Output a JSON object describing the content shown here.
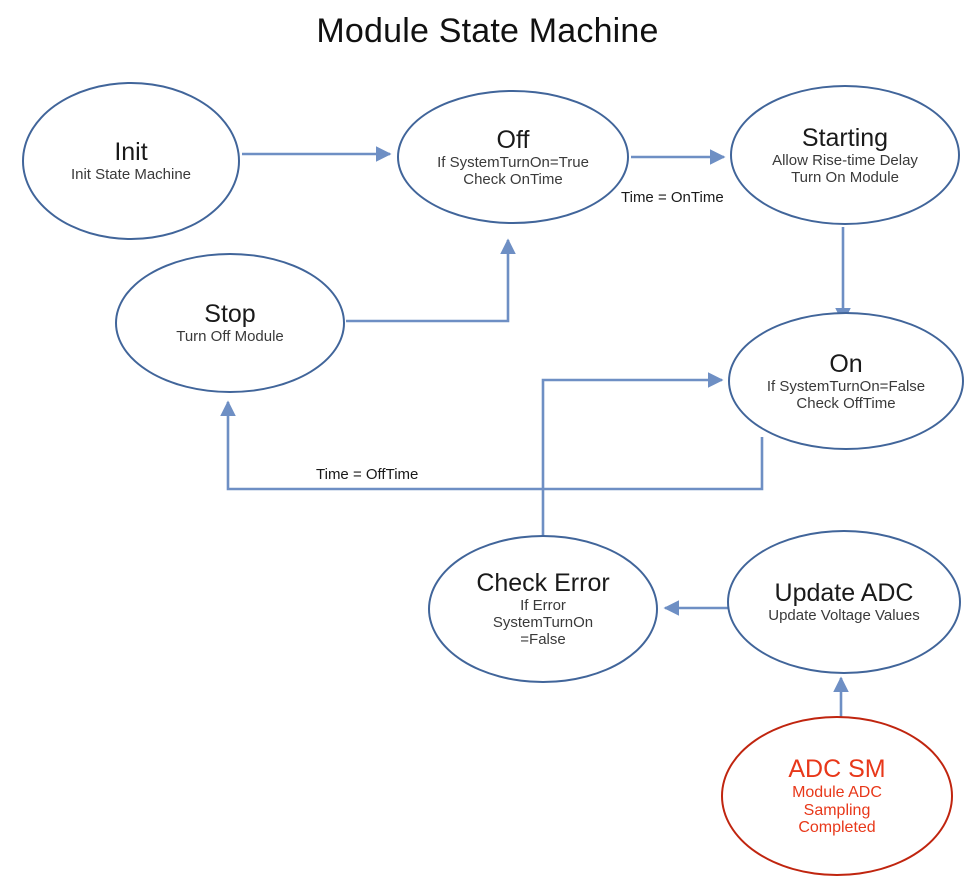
{
  "title": "Module State Machine",
  "colors": {
    "node_border": "#41659a",
    "edge": "#6e8fc4",
    "error_node": "#c0250f",
    "error_text": "#e8381a",
    "background": "#ffffff",
    "title_text": "#111111"
  },
  "nodes": [
    {
      "id": "init",
      "title": "Init",
      "lines": [
        "Init State Machine"
      ],
      "variant": "normal"
    },
    {
      "id": "off",
      "title": "Off",
      "lines": [
        "If  SystemTurnOn=True",
        "Check OnTime"
      ],
      "variant": "normal"
    },
    {
      "id": "starting",
      "title": "Starting",
      "lines": [
        "Allow Rise-time Delay",
        "Turn On Module"
      ],
      "variant": "normal"
    },
    {
      "id": "stop",
      "title": "Stop",
      "lines": [
        "Turn Off Module"
      ],
      "variant": "normal"
    },
    {
      "id": "on",
      "title": "On",
      "lines": [
        "If  SystemTurnOn=False",
        "Check OffTime"
      ],
      "variant": "normal"
    },
    {
      "id": "check_error",
      "title": "Check Error",
      "lines": [
        "If Error",
        "SystemTurnOn",
        "=False"
      ],
      "variant": "normal"
    },
    {
      "id": "update_adc",
      "title": "Update ADC",
      "lines": [
        "Update Voltage Values"
      ],
      "variant": "normal"
    },
    {
      "id": "adc_sm",
      "title": "ADC SM",
      "lines": [
        "Module ADC",
        "Sampling",
        "Completed"
      ],
      "variant": "error"
    }
  ],
  "edges": [
    {
      "id": "init-to-off",
      "from": "init",
      "to": "off",
      "label": ""
    },
    {
      "id": "off-to-starting",
      "from": "off",
      "to": "starting",
      "label": "Time = OnTime"
    },
    {
      "id": "starting-to-on",
      "from": "starting",
      "to": "on",
      "label": ""
    },
    {
      "id": "on-to-stop",
      "from": "on",
      "to": "stop",
      "label": "Time = OffTime"
    },
    {
      "id": "stop-to-off",
      "from": "stop",
      "to": "off",
      "label": ""
    },
    {
      "id": "check-error-to-on",
      "from": "check_error",
      "to": "on",
      "label": ""
    },
    {
      "id": "update-adc-to-check",
      "from": "update_adc",
      "to": "check_error",
      "label": ""
    },
    {
      "id": "adc-sm-to-update-adc",
      "from": "adc_sm",
      "to": "update_adc",
      "label": ""
    }
  ],
  "edge_labels": {
    "on_time": "Time = OnTime",
    "off_time": "Time = OffTime"
  }
}
